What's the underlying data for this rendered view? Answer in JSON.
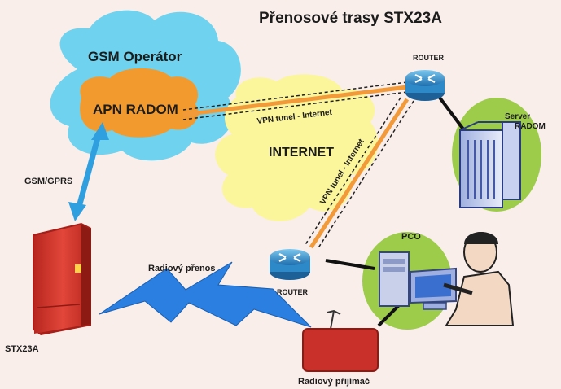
{
  "title": "Přenosové trasy STX23A",
  "labels": {
    "gsm_operator": "GSM Operátor",
    "apn_radom": "APN RADOM",
    "internet": "INTERNET",
    "vpn_tunnel_top": "VPN tunel - Internet",
    "vpn_tunnel_diag": "VPN tunel - Internet",
    "router_top": "ROUTER",
    "router_bottom": "ROUTER",
    "server_line1": "Server",
    "server_line2": "RADOM",
    "gsm_gprs": "GSM/GPRS",
    "radio_transfer": "Radiový přenos",
    "pco": "PCO",
    "stx23a": "STX23A",
    "radio_receiver": "Radiový přijímač"
  },
  "colors": {
    "cloud_cyan": "#6fd3ef",
    "cloud_orange": "#f39a2e",
    "cloud_yellow": "#fbf59c",
    "tunnel_orange": "#f29a3a",
    "router_blue": "#2d89c8",
    "panel_red": "#d93a2e",
    "receiver_red": "#c9302a",
    "green_blob": "#9ccc4a",
    "arrow_blue": "#2f9fe0",
    "lightning_blue": "#2a7fe0"
  }
}
